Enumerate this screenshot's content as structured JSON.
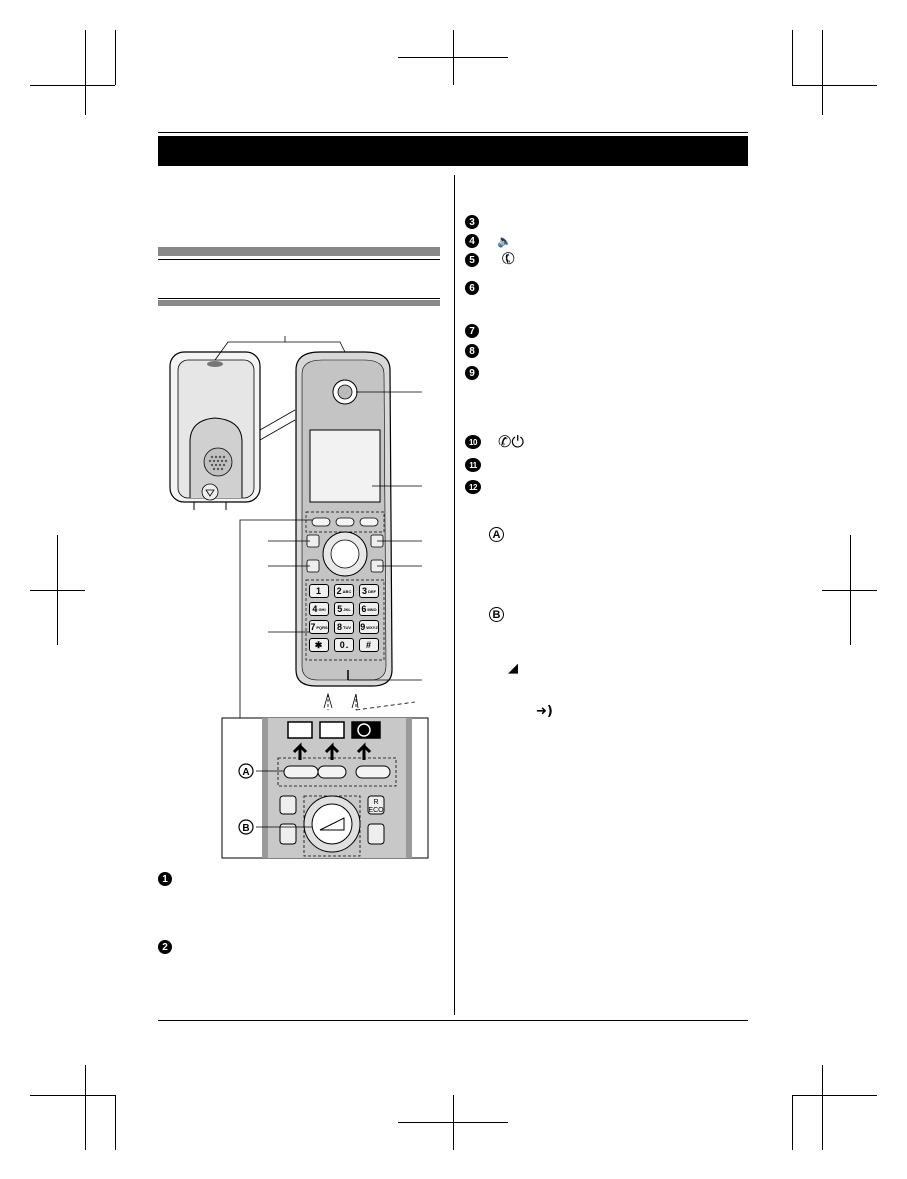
{
  "left_column": {
    "bullets": [
      {
        "id": "bullet-1",
        "number": "1"
      },
      {
        "id": "bullet-2",
        "number": "2"
      }
    ]
  },
  "right_column": {
    "bullets": [
      {
        "number": "3"
      },
      {
        "number": "4"
      },
      {
        "number": "5"
      },
      {
        "number": "6"
      },
      {
        "number": "7"
      },
      {
        "number": "8"
      },
      {
        "number": "9"
      },
      {
        "number": "10"
      },
      {
        "number": "11"
      },
      {
        "number": "12"
      }
    ],
    "callouts": [
      "A",
      "B"
    ]
  },
  "figure": {
    "keypad": {
      "keys": [
        {
          "main": "1",
          "sub": ""
        },
        {
          "main": "2",
          "sub": "ABC"
        },
        {
          "main": "3",
          "sub": "DEF"
        },
        {
          "main": "4",
          "sub": "GHI"
        },
        {
          "main": "5",
          "sub": "JKL"
        },
        {
          "main": "6",
          "sub": "MNO"
        },
        {
          "main": "7",
          "sub": "PQRS"
        },
        {
          "main": "8",
          "sub": "TUV"
        },
        {
          "main": "9",
          "sub": "WXYZ"
        },
        {
          "main": "✱",
          "sub": ""
        },
        {
          "main": "0",
          "sub": "␣"
        },
        {
          "main": "#",
          "sub": ""
        }
      ]
    },
    "r_eco_label": "R",
    "eco_label": "ECO",
    "callout_a": "A",
    "callout_b": "B"
  },
  "icons": [
    "speaker-icon",
    "talk-icon",
    "off-power-icon",
    "volume-icon",
    "redial-icon",
    "phonebook-icon",
    "menu-icon",
    "intercom-icon"
  ]
}
